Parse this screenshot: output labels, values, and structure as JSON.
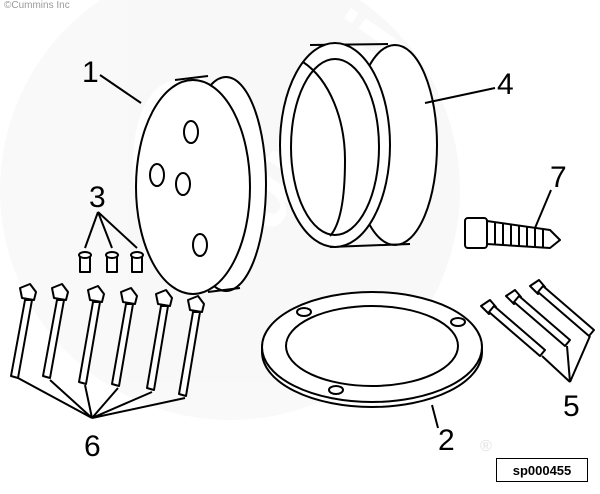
{
  "copyright": "©Cummins Inc",
  "watermark": "Cummins",
  "registered_mark": "®",
  "reference_id": "sp000455",
  "callouts": {
    "c1": "1",
    "c2": "2",
    "c3": "3",
    "c4": "4",
    "c5": "5",
    "c6": "6",
    "c7": "7"
  }
}
